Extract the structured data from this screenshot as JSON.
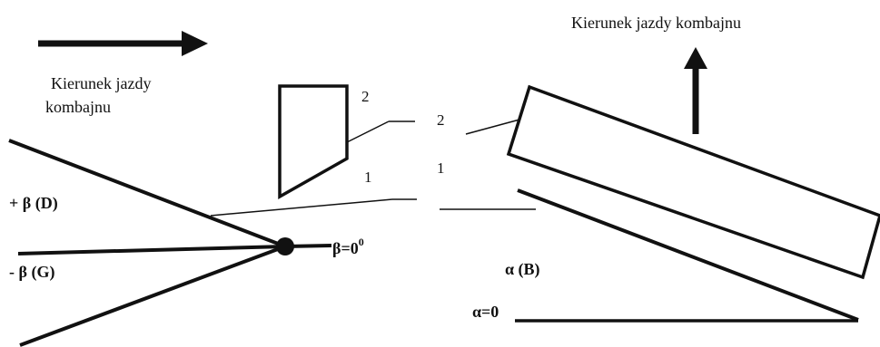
{
  "labels": {
    "left_direction_line1": "Kierunek jazdy",
    "left_direction_line2": "kombajnu",
    "right_direction": "Kierunek jazdy kombajnu",
    "plus_beta": "+ β (D)",
    "minus_beta": "- β (G)",
    "beta_zero_base": "β=0",
    "beta_zero_sup": "0",
    "alpha_b": "α (B)",
    "alpha_zero": "α=0",
    "callout_2_left": "2",
    "callout_2_right": "2",
    "callout_1_left": "1",
    "callout_1_right": "1"
  },
  "colors": {
    "ink": "#111111",
    "background": "#ffffff"
  }
}
